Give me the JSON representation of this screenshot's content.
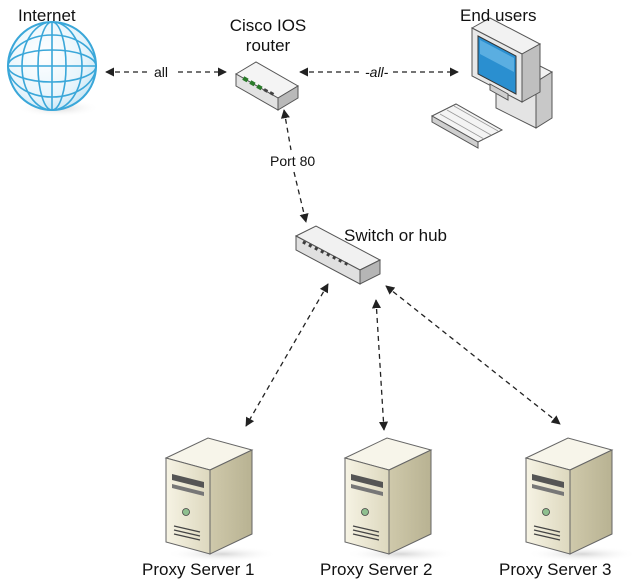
{
  "nodes": {
    "internet": {
      "label": "Internet",
      "icon": "globe-icon"
    },
    "router": {
      "label_line1": "Cisco IOS",
      "label_line2": "router",
      "icon": "router-icon"
    },
    "end_users": {
      "label": "End users",
      "icon": "desktop-computer-icon"
    },
    "switch": {
      "label": "Switch or hub",
      "icon": "switch-icon"
    },
    "proxy1": {
      "label": "Proxy Server 1",
      "icon": "server-tower-icon"
    },
    "proxy2": {
      "label": "Proxy Server 2",
      "icon": "server-tower-icon"
    },
    "proxy3": {
      "label": "Proxy Server 3",
      "icon": "server-tower-icon"
    }
  },
  "edges": {
    "internet_router": {
      "label": "all"
    },
    "router_users": {
      "label": "-all-"
    },
    "router_switch": {
      "label": "Port 80"
    }
  },
  "colors": {
    "globe": "#3aa7d9",
    "connector": "#222222",
    "server_body": "#ece8d2",
    "monitor_screen": "#2a8fd0"
  }
}
